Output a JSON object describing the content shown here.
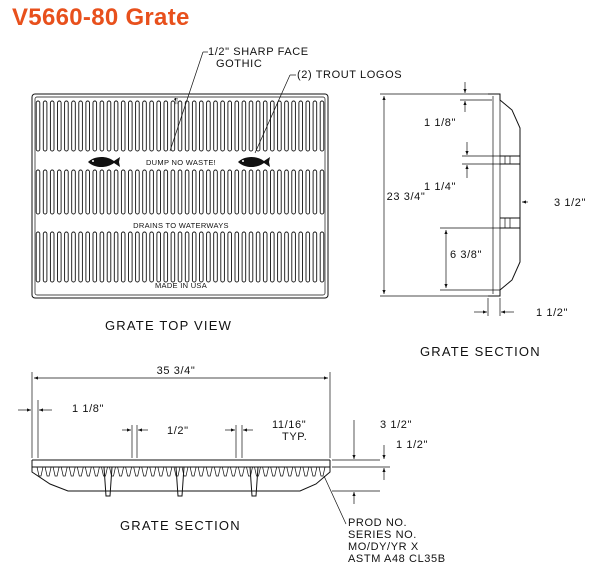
{
  "title": "V5660-80  Grate",
  "colors": {
    "title": "#e8501c",
    "lines": "#111111",
    "background": "#ffffff"
  },
  "top_view": {
    "caption": "GRATE TOP VIEW",
    "text_dump": "DUMP NO WASTE!",
    "text_drains": "DRAINS TO WATERWAYS",
    "text_made": "MADE IN USA",
    "callout_face_1": "1/2\" SHARP FACE",
    "callout_face_2": "GOTHIC",
    "callout_logos": "(2) TROUT LOGOS"
  },
  "side_section": {
    "caption": "GRATE SECTION",
    "dim_length": "23 3/4\"",
    "dim_top": "1 1/8\"",
    "dim_rib": "1 1/4\"",
    "dim_spacing": "6 3/8\"",
    "dim_depth": "3 1/2\"",
    "dim_flange": "1 1/2\""
  },
  "bottom_section": {
    "caption": "GRATE SECTION",
    "dim_length": "35 3/4\"",
    "dim_end": "1 1/8\"",
    "dim_bar": "1/2\"",
    "dim_gap_1": "11/16\"",
    "dim_gap_2": "TYP.",
    "dim_depth": "3 1/2\"",
    "dim_flange": "1 1/2\"",
    "note_1": "PROD NO.",
    "note_2": "SERIES NO.",
    "note_3": "MO/DY/YR X",
    "note_4": "ASTM A48 CL35B"
  }
}
